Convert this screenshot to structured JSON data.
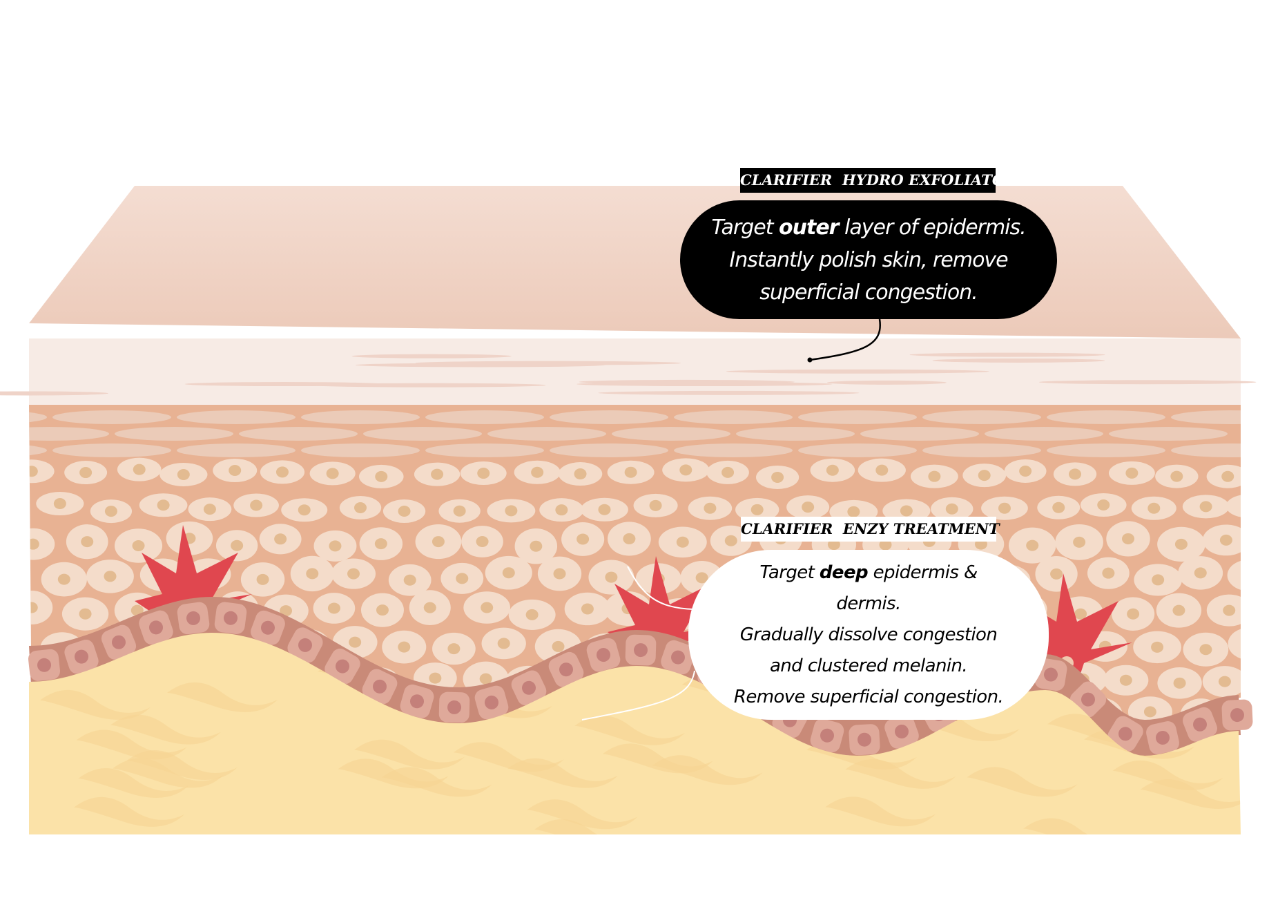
{
  "labels": [
    {
      "title": "CLARIFIER  HYDRO EXFOLIATOR",
      "line1_pre": "Target ",
      "line1_bold": "outer",
      "line1_post": " layer of epidermis.",
      "line2": "Instantly polish skin, remove",
      "line3": "superficial congestion."
    },
    {
      "title": "CLARIFIER  ENZY TREATMENT",
      "line1_pre": "Target ",
      "line1_bold": "deep",
      "line1_post": " epidermis &",
      "line2": "dermis.",
      "line3": "Gradually dissolve congestion",
      "line4": "and clustered melanin.",
      "line5": "Remove superficial congestion."
    }
  ],
  "colors": {
    "surface": "#f0d3c5",
    "stratum": "#f7ebe5",
    "epidermis_bg": "#e8b293",
    "cell": "#f4dcca",
    "nucleus": "#e3bb91",
    "basal": "#c98a78",
    "basal_cell": "#dfa99a",
    "basal_nucleus": "#c4807a",
    "melanocyte": "#e0474f",
    "dermis": "#fbe2a8",
    "dermis_swirl": "#f6d393"
  }
}
